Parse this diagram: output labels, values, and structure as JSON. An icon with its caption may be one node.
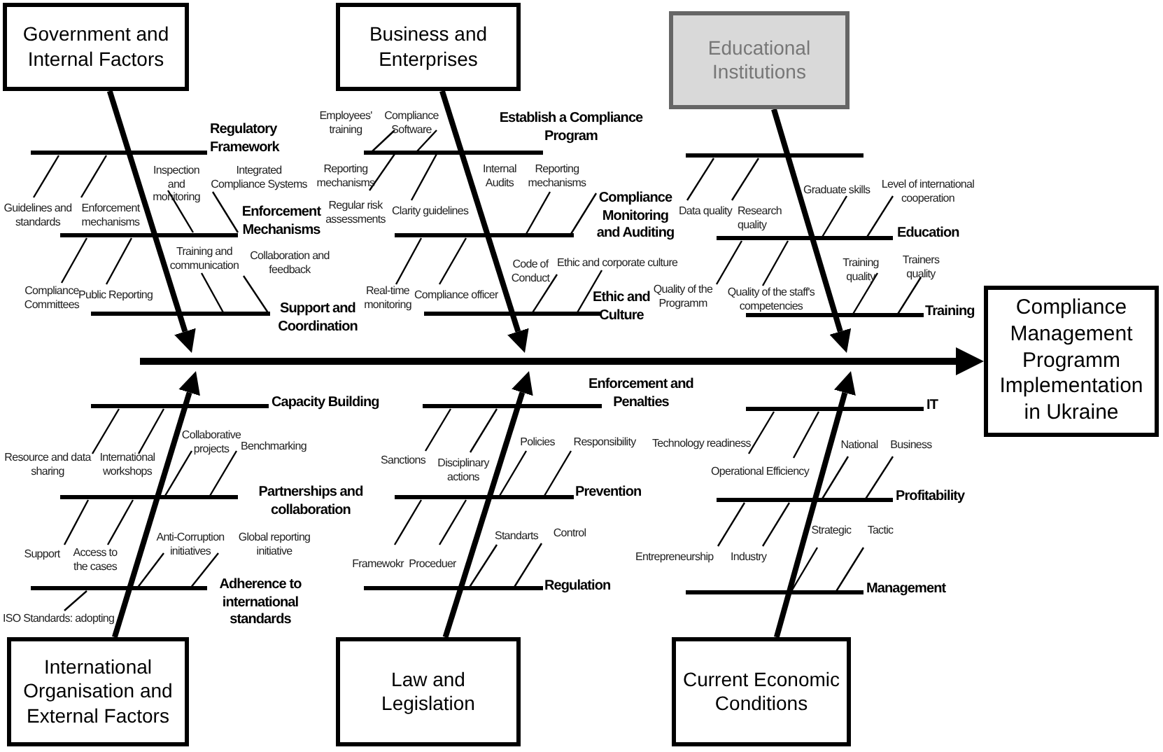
{
  "diagram": {
    "nodes": [
      {
        "text": [
          "Government and Internal Factors"
        ]
      },
      {
        "text": [
          "Business and Enterprises"
        ]
      },
      {
        "text": [
          "Educational Institutions"
        ]
      },
      {
        "text": [
          "Compliance Management Programm Implementation in Ukraine"
        ]
      },
      {
        "text": [
          "International Organisation and External Factors"
        ]
      },
      {
        "text": [
          "Law and Legislation"
        ]
      },
      {
        "text": [
          "Current Economic Conditions"
        ]
      }
    ],
    "edges": [
      {
        "from": 0,
        "to": null,
        "arrow": "to"
      },
      {
        "from": 1,
        "to": null,
        "arrow": "to"
      },
      {
        "from": 2,
        "to": null,
        "arrow": "to"
      },
      {
        "from": 4,
        "to": null,
        "arrow": "to"
      },
      {
        "from": 5,
        "to": null,
        "arrow": "to"
      },
      {
        "from": 6,
        "to": null,
        "arrow": "to"
      },
      {
        "from": null,
        "to": 3,
        "arrow": "to"
      }
    ],
    "labels": [
      "Regulatory Framework",
      "Guidelines and standards",
      "Enforcement mechanisms",
      "Inspection and monitoring",
      "Integrated Compliance Systems",
      "Enforcement Mechanisms",
      "Compliance Committees",
      "Public Reporting",
      "Training and communication",
      "Collaboration and feedback",
      "Support and Coordination",
      "Employees' training",
      "Compliance Software",
      "Establish a Compliance Program",
      "Reporting mechanisms",
      "Regular risk assessments",
      "Clarity guidelines",
      "Internal Audits",
      "Reporting mechanisms",
      "Compliance Monitoring and Auditing",
      "Real-time monitoring",
      "Compliance officer",
      "Code of Conduct",
      "Ethic and corporate culture",
      "Ethic and Culture",
      "Data quality",
      "Research quality",
      "Graduate skills",
      "Level of international cooperation",
      "Education",
      "Quality of the Programm",
      "Quality of the staff's competencies",
      "Training quality",
      "Trainers quality",
      "Training",
      "Capacity Building",
      "Resource and data sharing",
      "International workshops",
      "Collaborative projects",
      "Benchmarking",
      "Partnerships and collaboration",
      "Support",
      "Access to the cases",
      "Anti-Corruption initiatives",
      "Global reporting initiative",
      "Adherence to international standards",
      "ISO Standards: adopting",
      "Enforcement and Penalties",
      "Sanctions",
      "Disciplinary actions",
      "Policies",
      "Responsibility",
      "Prevention",
      "Framewokr",
      "Proceduer",
      "Standarts",
      "Control",
      "Regulation",
      "IT",
      "Technology readiness",
      "Operational Efficiency",
      "National",
      "Business",
      "Profitability",
      "Entrepreneurship",
      "Industry",
      "Strategic",
      "Tactic",
      "Management"
    ]
  }
}
